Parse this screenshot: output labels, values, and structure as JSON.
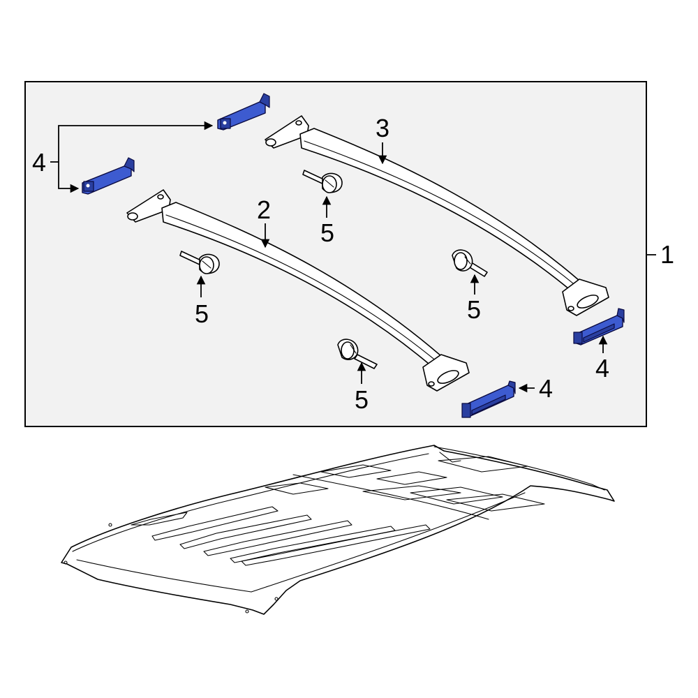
{
  "callouts": {
    "c1": "1",
    "c2": "2",
    "c3": "3",
    "c4_top_left": "4",
    "c4_right": "4",
    "c4_bottom": "4",
    "c5_a": "5",
    "c5_b": "5",
    "c5_c": "5",
    "c5_d": "5"
  },
  "colors": {
    "highlight_part": "#3d5bd0",
    "highlight_part_dark": "#2a3fa0",
    "frame_background": "#f2f2f2",
    "line": "#000000"
  },
  "parts": [
    {
      "callout": "1",
      "name": "assembly-frame"
    },
    {
      "callout": "2",
      "name": "front-crossbar"
    },
    {
      "callout": "3",
      "name": "rear-crossbar"
    },
    {
      "callout": "4",
      "name": "end-cap-cover",
      "highlighted": true
    },
    {
      "callout": "5",
      "name": "mounting-bolt"
    }
  ]
}
